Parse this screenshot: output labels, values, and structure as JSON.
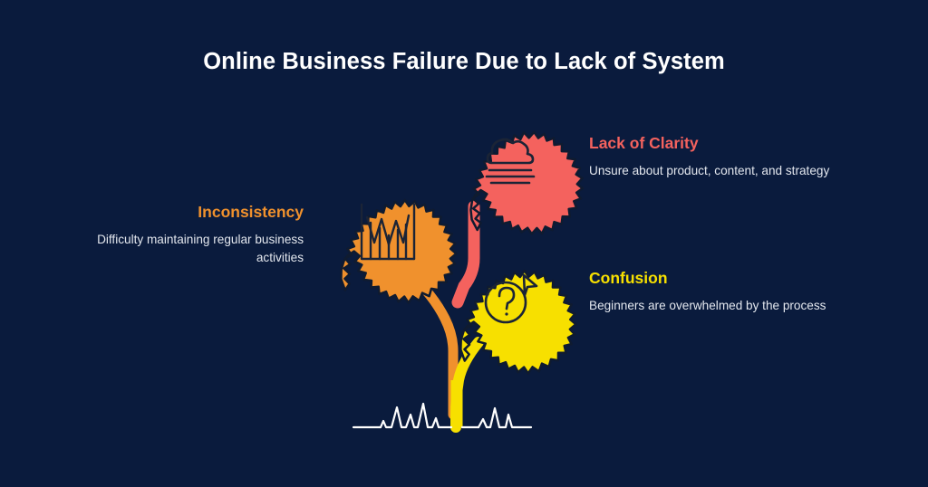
{
  "page": {
    "title": "Online Business Failure Due to Lack of System",
    "background_color": "#0a1b3d",
    "title_color": "#ffffff",
    "body_text_color": "#e3e7ee"
  },
  "callouts": [
    {
      "id": "inconsistency",
      "heading": "Inconsistency",
      "body": "Difficulty maintaining regular business activities",
      "color": "#f0912d",
      "align": "right",
      "icon": "bar-chart-icon",
      "leaf": "orange-leaf"
    },
    {
      "id": "clarity",
      "heading": "Lack of Clarity",
      "body": "Unsure about product, content, and strategy",
      "color": "#f4625e",
      "align": "left",
      "icon": "cloud-fog-icon",
      "leaf": "red-leaf"
    },
    {
      "id": "confusion",
      "heading": "Confusion",
      "body": "Beginners are overwhelmed by the process",
      "color": "#f7e000",
      "align": "left",
      "icon": "question-cursor-icon",
      "leaf": "yellow-leaf"
    }
  ],
  "illustration": {
    "name": "growing-plant-three-leaves",
    "ground_color": "#ffffff",
    "leaf_outline_color": "#0f1b30",
    "stem_colors": {
      "red": "#f4625e",
      "orange": "#f0912d",
      "yellow": "#f7e000"
    }
  }
}
